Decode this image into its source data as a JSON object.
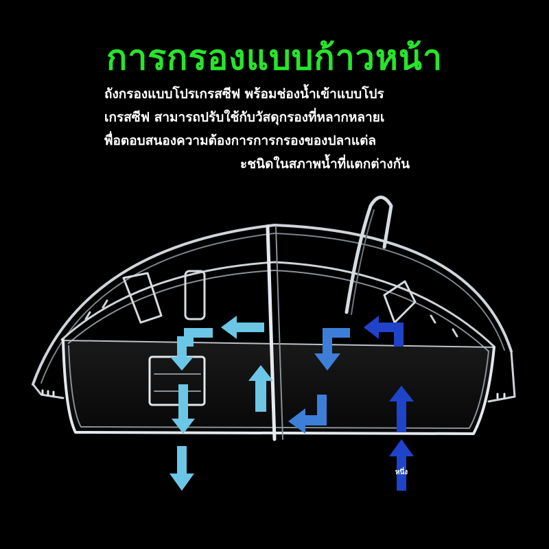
{
  "headline": {
    "text": "การกรองแบบก้าวหน้า",
    "color": "#27e52a"
  },
  "description": {
    "lines": [
      "ถังกรองแบบโปรเกรสซีฟ พร้อมช่องน้ำเข้าแบบโปร",
      "เกรสซีฟ สามารถปรับใช้กับวัสดุกรองที่หลากหลายเ",
      "พื่อตอบสนองความต้องการการกรองของปลาแต่ล",
      "ะชนิดในสภาพน้ำที่แตกต่างกัน"
    ],
    "color": "#ffffff"
  },
  "diagram": {
    "inlet_label": "หนึ่ง",
    "colors": {
      "light_blue": "#6cc7e6",
      "mid_blue": "#3d7fd8",
      "dark_blue": "#1f44c9",
      "acrylic_edge": "#d8dde3"
    }
  }
}
